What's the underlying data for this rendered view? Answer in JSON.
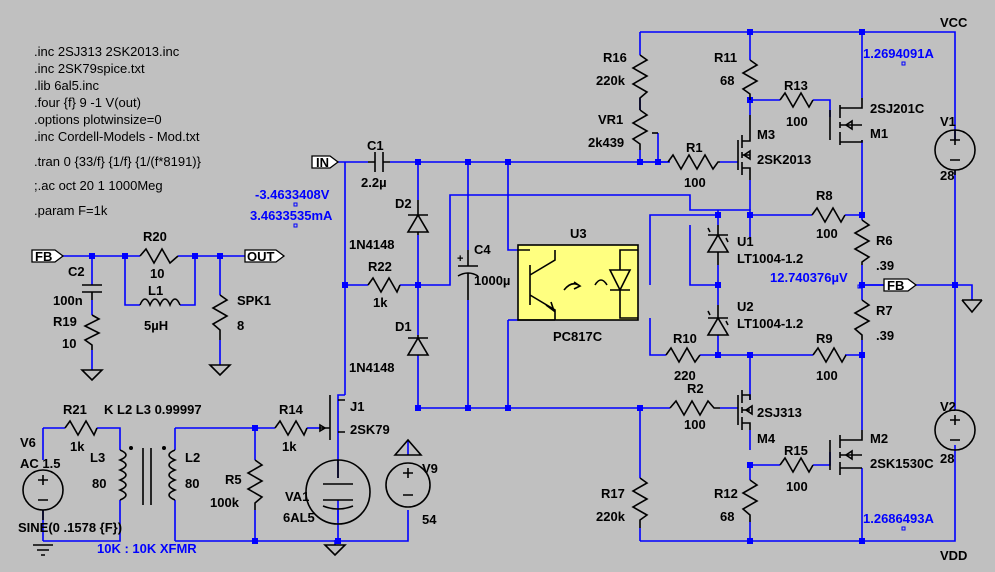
{
  "directives": [
    ".inc 2SJ313 2SK2013.inc",
    ".inc 2SK79spice.txt",
    ".lib 6al5.inc",
    ".four {f} 9 -1 V(out)",
    ".options plotwinsize=0",
    ".inc Cordell-Models - Mod.txt",
    ".tran 0 {33/f} {1/f} {1/(f*8191)}",
    ";.ac oct 20 1 1000Meg",
    ".param F=1k"
  ],
  "rails": {
    "vcc": "VCC",
    "vdd": "VDD"
  },
  "ports": {
    "in": "IN",
    "fb_left": "FB",
    "out": "OUT",
    "fb_right": "FB"
  },
  "probes": {
    "v_in": "-3.4633408V",
    "i_in": "3.4633535mA",
    "i_top": "1.2694091A",
    "i_bottom": "1.2686493A",
    "v_fb": "12.740376µV"
  },
  "components": {
    "R16": {
      "ref": "R16",
      "value": "220k"
    },
    "VR1": {
      "ref": "VR1",
      "value": "2k439"
    },
    "R11": {
      "ref": "R11",
      "value": "68"
    },
    "R13": {
      "ref": "R13",
      "value": "100"
    },
    "M1": {
      "ref": "M1",
      "value": "2SJ201C"
    },
    "M3": {
      "ref": "M3",
      "value": "2SK2013"
    },
    "R1": {
      "ref": "R1",
      "value": "100"
    },
    "C1": {
      "ref": "C1",
      "value": "2.2µ"
    },
    "D2": {
      "ref": "D2",
      "value": "1N4148"
    },
    "D1": {
      "ref": "D1",
      "value": "1N4148"
    },
    "R22": {
      "ref": "R22",
      "value": "1k"
    },
    "C4": {
      "ref": "C4",
      "value": "1000µ"
    },
    "U3": {
      "ref": "U3",
      "value": "PC817C"
    },
    "U1": {
      "ref": "U1",
      "value": "LT1004-1.2"
    },
    "U2": {
      "ref": "U2",
      "value": "LT1004-1.2"
    },
    "R8": {
      "ref": "R8",
      "value": "100"
    },
    "R6": {
      "ref": "R6",
      "value": ".39"
    },
    "R7": {
      "ref": "R7",
      "value": ".39"
    },
    "R10": {
      "ref": "R10",
      "value": "220"
    },
    "R9": {
      "ref": "R9",
      "value": "100"
    },
    "R2": {
      "ref": "R2",
      "value": "100"
    },
    "M4": {
      "ref": "M4",
      "value": "2SJ313"
    },
    "M2": {
      "ref": "M2",
      "value": "2SK1530C"
    },
    "R15": {
      "ref": "R15",
      "value": "100"
    },
    "R12": {
      "ref": "R12",
      "value": "68"
    },
    "R17": {
      "ref": "R17",
      "value": "220k"
    },
    "V1": {
      "ref": "V1",
      "value": "28"
    },
    "V2": {
      "ref": "V2",
      "value": "28"
    },
    "C2": {
      "ref": "C2",
      "value": "100n"
    },
    "R19": {
      "ref": "R19",
      "value": "10"
    },
    "R20": {
      "ref": "R20",
      "value": "10"
    },
    "L1": {
      "ref": "L1",
      "value": "5µH"
    },
    "SPK1": {
      "ref": "SPK1",
      "value": "8"
    },
    "R21": {
      "ref": "R21",
      "value": "1k"
    },
    "V6": {
      "ref": "V6",
      "value": "AC 1.5",
      "extra": "SINE(0 .1578 {F})"
    },
    "L3": {
      "ref": "L3",
      "value": "80"
    },
    "L2": {
      "ref": "L2",
      "value": "80"
    },
    "R14": {
      "ref": "R14",
      "value": "1k"
    },
    "R5": {
      "ref": "R5",
      "value": "100k"
    },
    "J1": {
      "ref": "J1",
      "value": "2SK79"
    },
    "VA1": {
      "ref": "VA1",
      "value": "6AL5"
    },
    "V9": {
      "ref": "V9",
      "value": "54"
    }
  },
  "coupling": "K L2 L3 0.99997",
  "xfmr_note": "10K : 10K XFMR",
  "colors": {
    "background": "#c0c0c0",
    "wire": "#0000ff",
    "component": "#000000",
    "probe_text": "#0000ff"
  }
}
